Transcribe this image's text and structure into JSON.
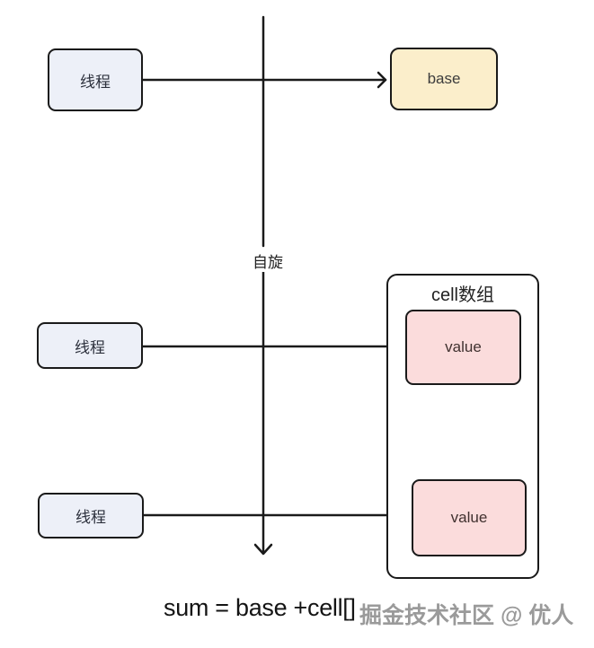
{
  "diagram": {
    "threads": [
      {
        "label": "线程"
      },
      {
        "label": "线程"
      },
      {
        "label": "线程"
      }
    ],
    "base_box": {
      "label": "base"
    },
    "cell_array": {
      "title": "cell数组",
      "cells": [
        {
          "label": "value"
        },
        {
          "label": "value"
        }
      ]
    },
    "spin_label": "自旋",
    "caption": {
      "formula": "sum = base +cell[]",
      "watermark": "掘金技术社区 @ 优人"
    },
    "colors": {
      "thread_fill": "#edf0f8",
      "base_fill": "#fbeecb",
      "value_fill": "#fbdcdc",
      "stroke": "#1a1a1a",
      "formula_text": "#141414",
      "watermark_text": "#9a9a9a"
    }
  }
}
